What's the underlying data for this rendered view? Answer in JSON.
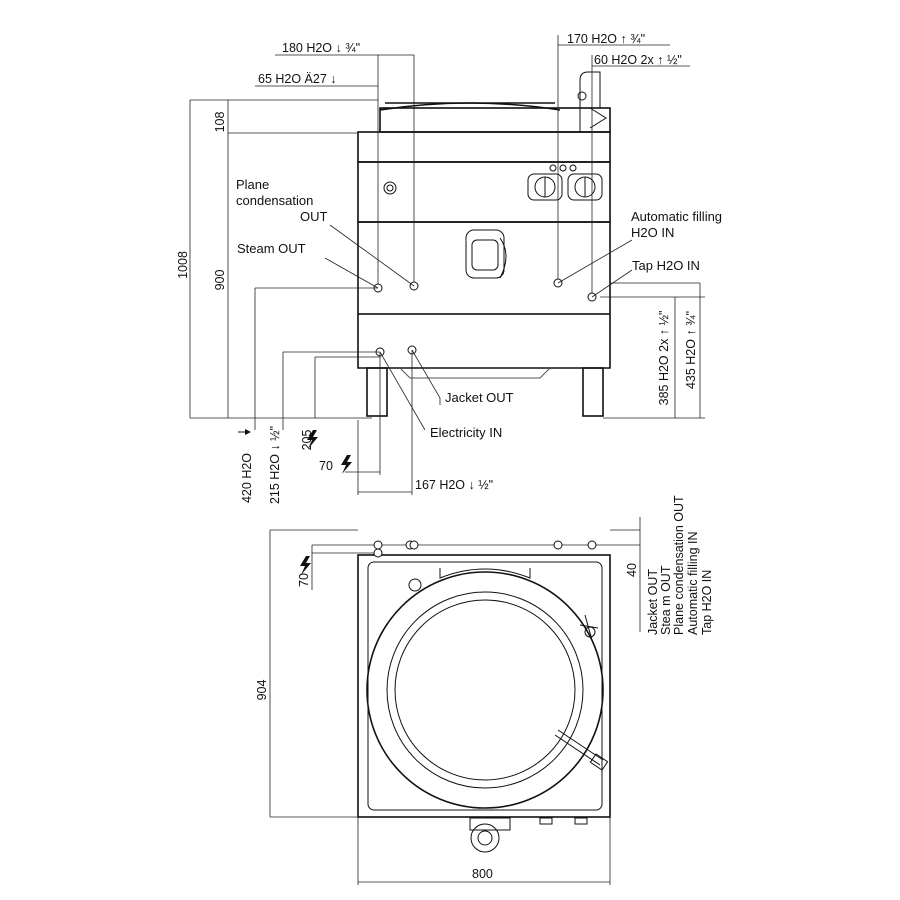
{
  "side_view": {
    "top_labels": {
      "h2o_180": "180 H2O ↓ ¾\"",
      "h2o_65": "65 H2O Ä27 ↓",
      "h2o_170": "170 H2O ↑ ¾\"",
      "h2o_60": "60 H2O 2x ↑ ½\""
    },
    "ports": {
      "plane_condensation": "Plane\ncondensation\nOUT",
      "steam_out": "Steam OUT",
      "automatic_filling": "Automatic filling\nH2O IN",
      "tap_h2o_in": "Tap H2O IN",
      "jacket_out": "Jacket OUT",
      "electricity_in": "Electricity IN"
    },
    "dimensions": {
      "d1008": "1008",
      "d108": "108",
      "d900": "900",
      "d420": "420 H2O",
      "d215": "215 H2O ↓ ½\"",
      "d205": "205",
      "d70": "70",
      "d167": "167 H2O ↓ ½\"",
      "d385": "385 H2O 2x ↑ ½\"",
      "d435": "435 H2O ↑ ¾\""
    }
  },
  "top_view": {
    "dimensions": {
      "d904": "904",
      "d800": "800",
      "d70": "70",
      "d40": "40"
    },
    "port_list": [
      "Jacket OUT",
      "Stea m OUT",
      "Plane condensation OUT",
      "Automatic filling IN",
      "Tap H2O IN"
    ]
  },
  "icons": {
    "electricity": "lightning-bolt-icon",
    "arrow_up": "arrow-up-icon",
    "arrow_down": "arrow-down-icon",
    "arrow_right": "arrow-right-icon"
  }
}
